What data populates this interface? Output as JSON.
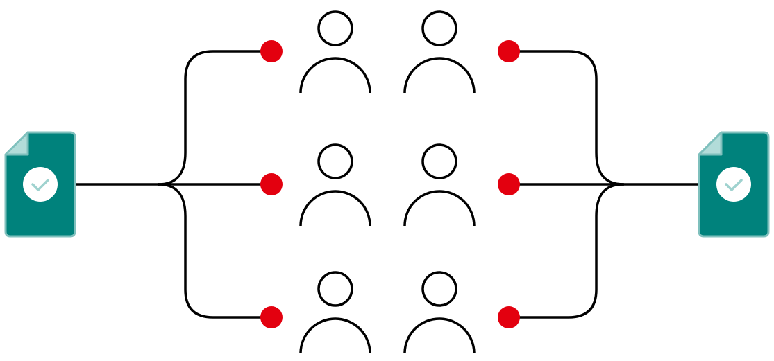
{
  "colors": {
    "background": "#ffffff",
    "line": "#000000",
    "dot": "#e3000f",
    "doc_fill": "#00827c",
    "doc_border": "#7fc0bd",
    "doc_fold": "#b2dcd9",
    "check_bg": "#ffffff",
    "check_mark": "#9fd2cf"
  },
  "icons": {
    "left_document": "document-check-icon",
    "right_document": "document-check-icon",
    "person": "person-outline-icon",
    "node": "red-dot"
  },
  "rows": [
    {
      "row": "top"
    },
    {
      "row": "middle"
    },
    {
      "row": "bottom"
    }
  ]
}
